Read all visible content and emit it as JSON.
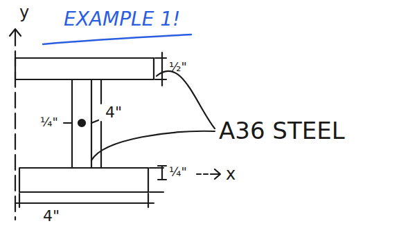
{
  "diagram": {
    "title": "EXAMPLE 1!",
    "labels": [
      "y",
      "½\"",
      "4\"",
      "¼\"",
      "A36 STEEL",
      "¼\"",
      "x",
      "4\""
    ]
  }
}
